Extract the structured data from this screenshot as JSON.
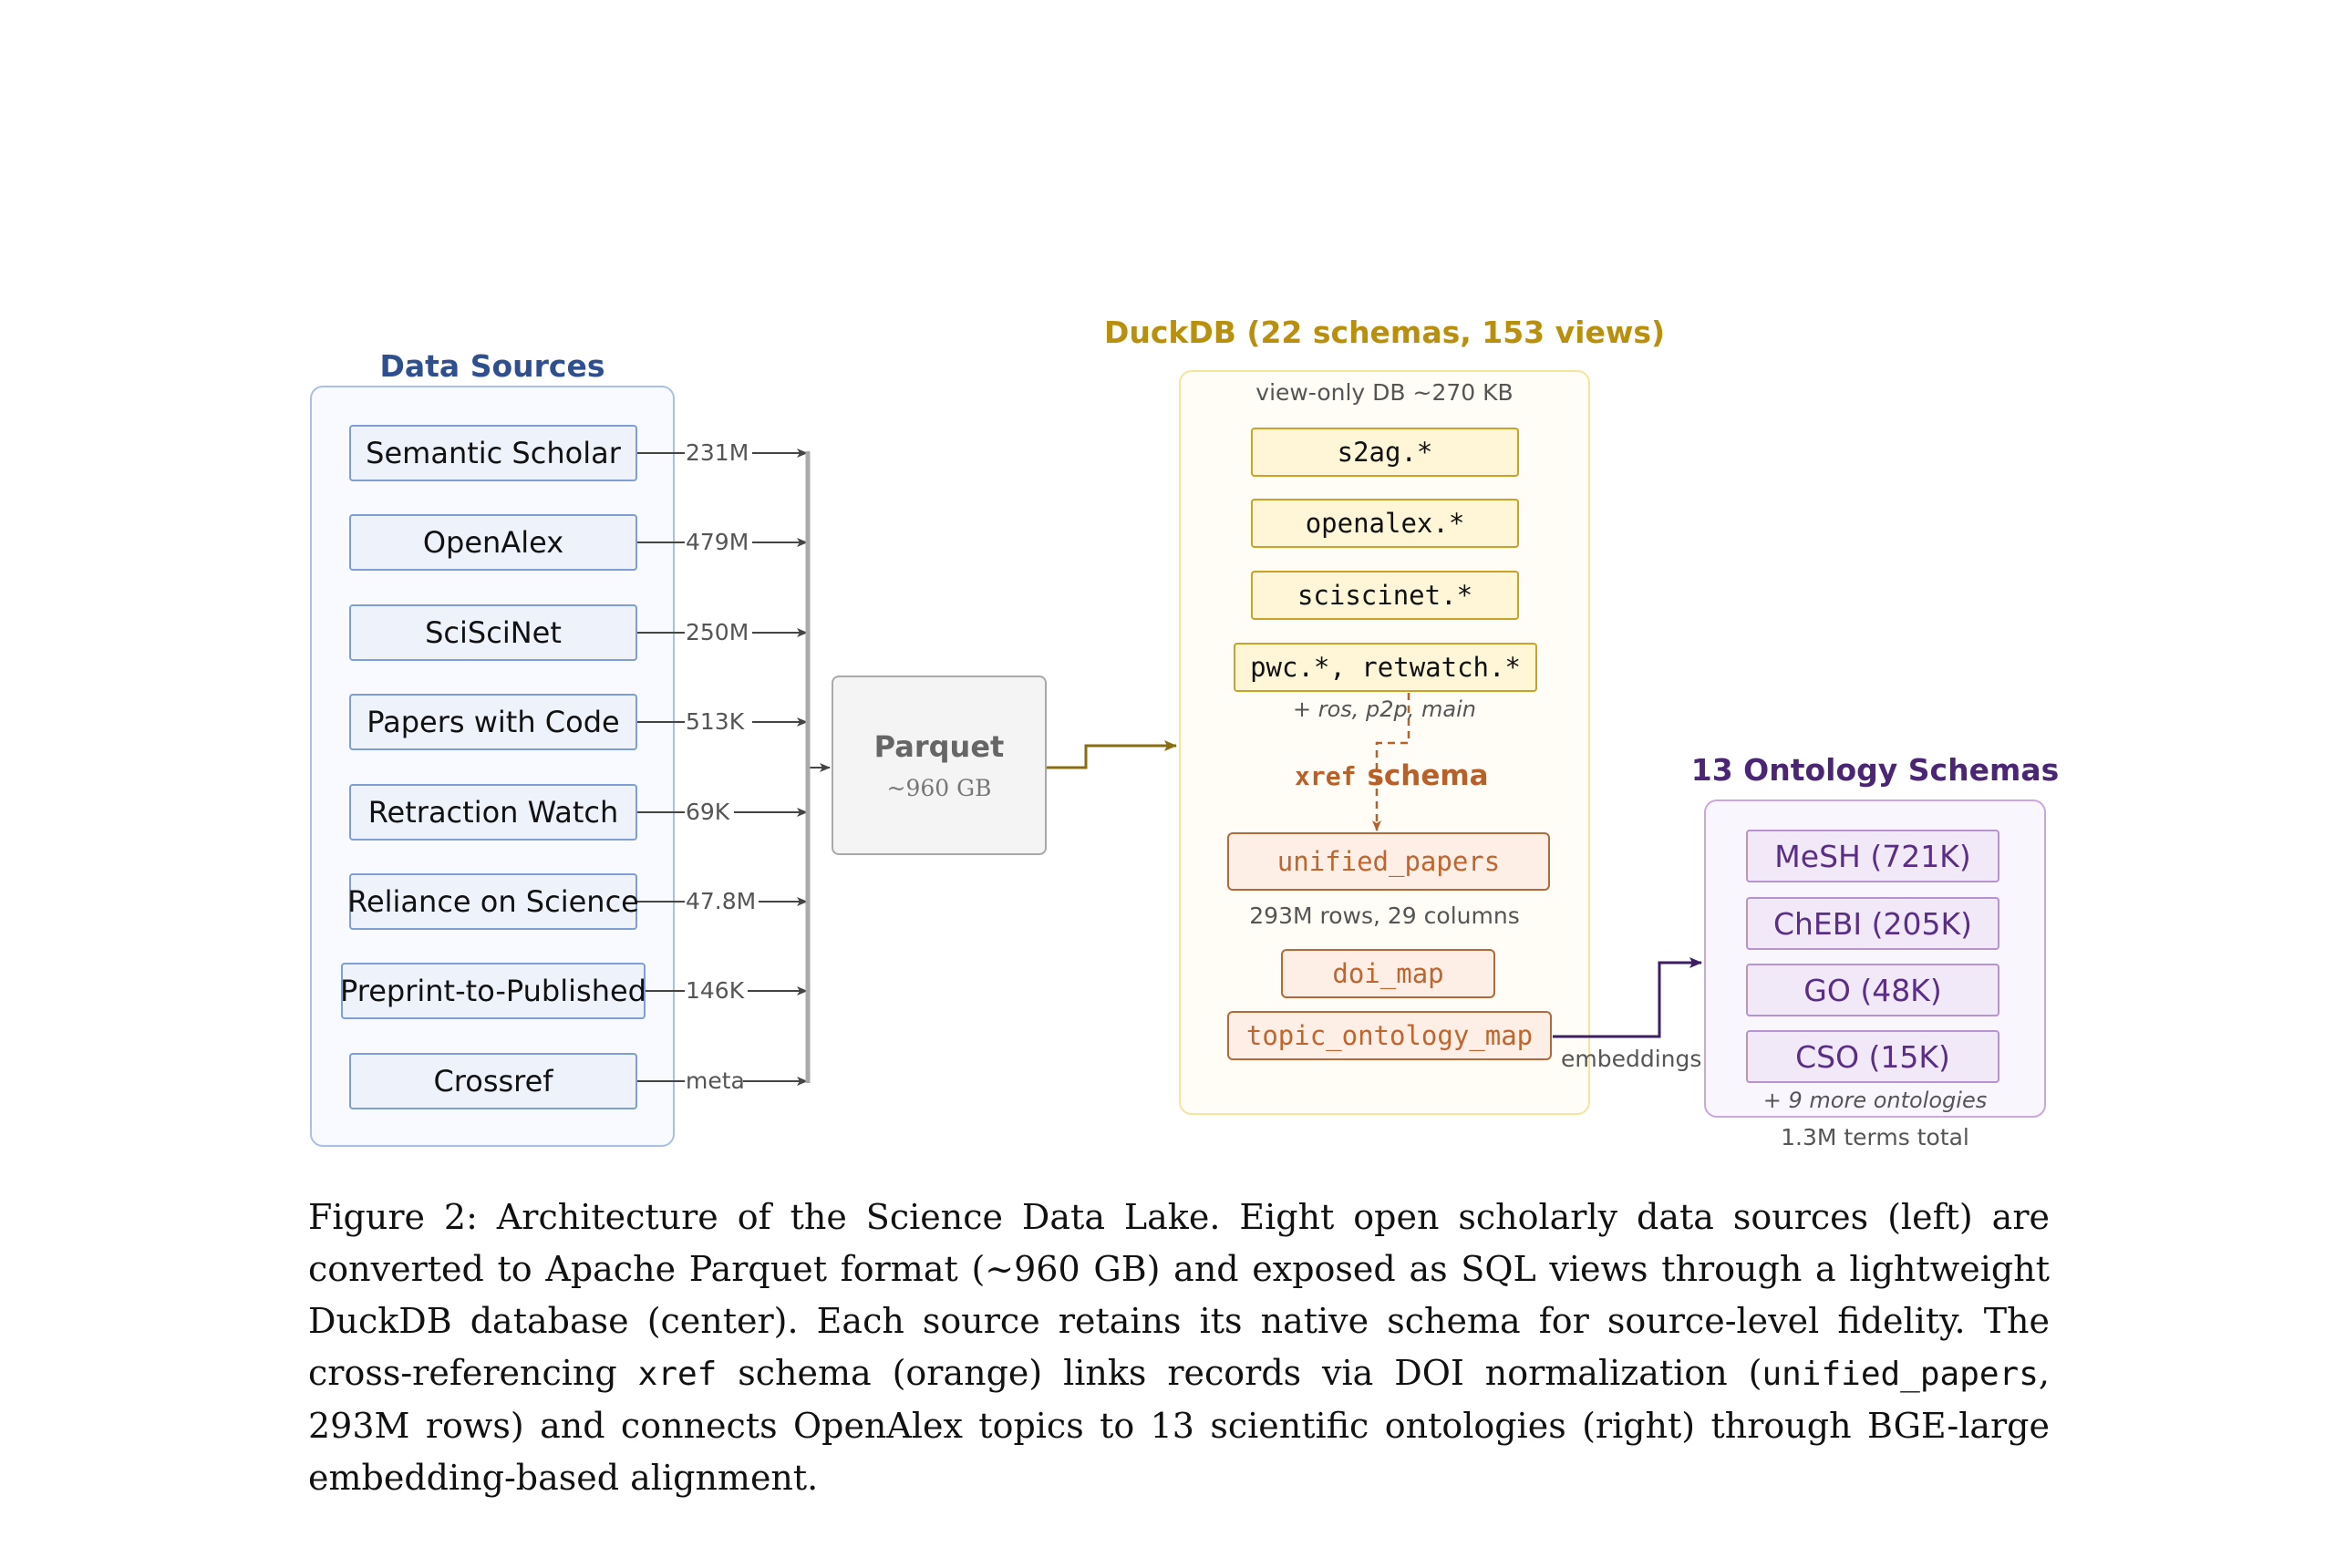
{
  "sources": {
    "title": "Data Sources",
    "items": [
      {
        "label": "Semantic Scholar",
        "count": "231M"
      },
      {
        "label": "OpenAlex",
        "count": "479M"
      },
      {
        "label": "SciSciNet",
        "count": "250M"
      },
      {
        "label": "Papers with Code",
        "count": "513K"
      },
      {
        "label": "Retraction Watch",
        "count": "69K"
      },
      {
        "label": "Reliance on Science",
        "count": "47.8M"
      },
      {
        "label": "Preprint-to-Published",
        "count": "146K"
      },
      {
        "label": "Crossref",
        "count": "meta"
      }
    ]
  },
  "parquet": {
    "label": "Parquet",
    "size": "~960 GB"
  },
  "duckdb": {
    "title": "DuckDB (22 schemas, 153 views)",
    "subtitle": "view-only DB ~270 KB",
    "schemas": [
      "s2ag.*",
      "openalex.*",
      "sciscinet.*",
      "pwc.*, retwatch.*"
    ],
    "more_note": "+ ros, p2p, main",
    "xref_prefix": "xref",
    "xref_suffix": "schema",
    "unified": "unified_papers",
    "unified_note": "293M rows, 29 columns",
    "doi_map": "doi_map",
    "topic_map": "topic_ontology_map"
  },
  "edge_label": "embeddings",
  "ontology": {
    "title": "13 Ontology Schemas",
    "items": [
      "MeSH (721K)",
      "ChEBI (205K)",
      "GO (48K)",
      "CSO (15K)"
    ],
    "more_note": "+ 9 more ontologies",
    "total_note": "1.3M terms total"
  },
  "caption": {
    "part1": "Figure 2: Architecture of the Science Data Lake. Eight open scholarly data sources (left) are converted to Apache Parquet format (~960 GB) and exposed as SQL views through a lightweight DuckDB database (center). Each source retains its native schema for source-level fidelity. The cross-referencing ",
    "code1": "xref",
    "part2": " schema (orange) links records via DOI normalization (",
    "code2": "unified_papers",
    "part3": ", 293M rows) and connects OpenAlex topics to 13 scientific ontologies (right) through BGE-large embedding-based alignment."
  },
  "colors": {
    "sources_title": "#2f4f8f",
    "duck_title": "#b8900e",
    "ontology_title": "#4b2674",
    "xref": "#b8602a",
    "parquet_arrow": "#8a6d10",
    "ontology_arrow": "#3d1e63"
  }
}
